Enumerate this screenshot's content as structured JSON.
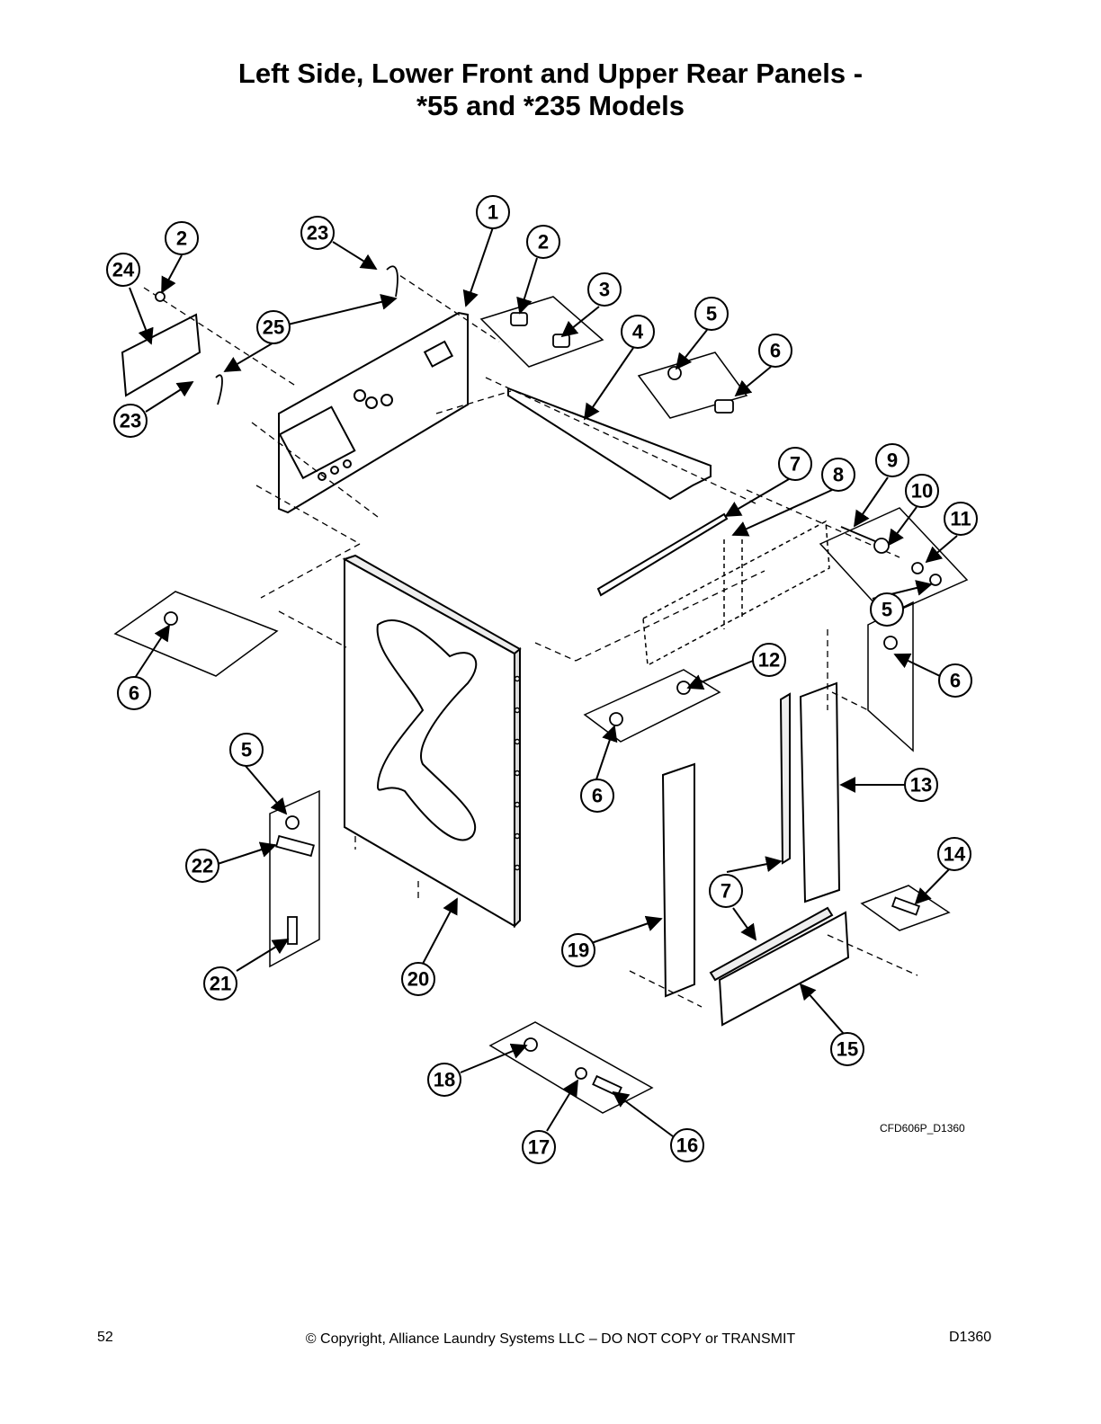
{
  "title": {
    "line1": "Left Side, Lower Front and Upper Rear Panels -",
    "line2": "*55 and *235 Models"
  },
  "figure_code": "CFD606P_D1360",
  "footer": {
    "page_number": "52",
    "copyright": "© Copyright, Alliance Laundry Systems LLC – DO NOT COPY or TRANSMIT",
    "doc_id": "D1360"
  },
  "callouts": [
    "1",
    "2",
    "2",
    "3",
    "4",
    "5",
    "6",
    "7",
    "8",
    "9",
    "10",
    "11",
    "5",
    "6",
    "12",
    "6",
    "13",
    "6",
    "5",
    "22",
    "21",
    "20",
    "19",
    "7",
    "14",
    "15",
    "18",
    "17",
    "16",
    "24",
    "23",
    "25",
    "23"
  ]
}
